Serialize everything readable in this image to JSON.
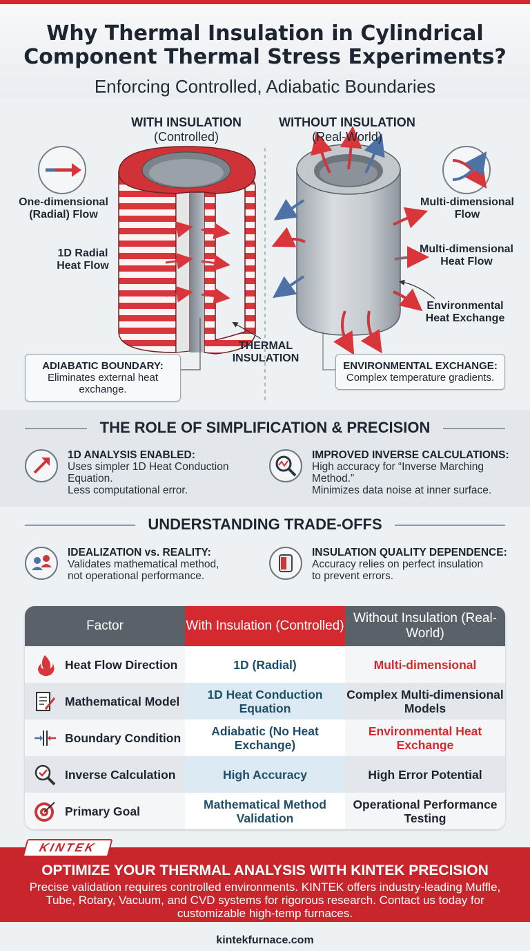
{
  "header": {
    "title": "Why Thermal Insulation in Cylindrical Component Thermal Stress Experiments?",
    "subtitle": "Enforcing Controlled, Adiabatic Boundaries"
  },
  "diagram": {
    "with": {
      "heading": "WITH INSULATION",
      "sub": "(Controlled)"
    },
    "without": {
      "heading": "WITHOUT INSULATION",
      "sub": "(Real-World)"
    },
    "labels": {
      "one_dim": "One-dimensional (Radial) Flow",
      "radial_1d": "1D Radial Heat Flow",
      "thermal_insulation": "THERMAL INSULATION",
      "multi_flow": "Multi-dimensional Flow",
      "multi_heat": "Multi-dimensional Heat Flow",
      "env_exchange": "Environmental Heat Exchange"
    },
    "callouts": {
      "adiabatic": {
        "heading": "ADIABATIC BOUNDARY:",
        "text": "Eliminates external heat exchange."
      },
      "environmental": {
        "heading": "ENVIRONMENTAL EXCHANGE:",
        "text": "Complex temperature gradients."
      }
    }
  },
  "simplification": {
    "heading": "THE ROLE OF SIMPLIFICATION & PRECISION",
    "items": [
      {
        "heading": "1D ANALYSIS ENABLED:",
        "line1": "Uses simpler 1D Heat Conduction",
        "line2": "Equation.",
        "line3": "Less computational error.",
        "icon": "arrow-up-right-icon"
      },
      {
        "heading": "IMPROVED INVERSE CALCULATIONS:",
        "line1": "High accuracy for “Inverse Marching",
        "line2": "Method.”",
        "line3": "Minimizes data noise at inner surface.",
        "icon": "magnifier-chart-icon"
      }
    ]
  },
  "tradeoffs": {
    "heading": "UNDERSTANDING TRADE-OFFS",
    "items": [
      {
        "heading": "IDEALIZATION vs. REALITY:",
        "line1": "Validates mathematical method,",
        "line2": "not operational performance.",
        "icon": "people-icon"
      },
      {
        "heading": "INSULATION QUALITY DEPENDENCE:",
        "line1": "Accuracy relies on perfect insulation",
        "line2": "to prevent errors.",
        "icon": "insulation-roll-icon"
      }
    ]
  },
  "table": {
    "headers": [
      "Factor",
      "With Insulation (Controlled)",
      "Without Insulation (Real-World)"
    ],
    "rows": [
      {
        "factor": "Heat Flow Direction",
        "with": "1D (Radial)",
        "without": "Multi-dimensional",
        "icon": "flame-icon",
        "without_red": true
      },
      {
        "factor": "Mathematical Model",
        "with": "1D Heat Conduction Equation",
        "without": "Complex Multi-dimensional Models",
        "icon": "document-pen-icon",
        "without_red": false
      },
      {
        "factor": "Boundary Condition",
        "with": "Adiabatic (No Heat Exchange)",
        "without": "Environmental Heat Exchange",
        "icon": "boundary-arrows-icon",
        "without_red": true
      },
      {
        "factor": "Inverse Calculation",
        "with": "High Accuracy",
        "without": "High Error Potential",
        "icon": "magnifier-check-icon",
        "without_red": false
      },
      {
        "factor": "Primary Goal",
        "with": "Mathematical Method Validation",
        "without": "Operational Performance Testing",
        "icon": "target-icon",
        "without_red": false
      }
    ]
  },
  "footer": {
    "logo": "KINTEK",
    "title": "OPTIMIZE YOUR THERMAL ANALYSIS WITH KINTEK PRECISION",
    "text": "Precise validation requires controlled environments. KINTEK offers industry-leading Muffle, Tube, Rotary, Vacuum, and CVD systems for rigorous research. Contact us today for customizable high-temp furnaces.",
    "website": "kintekfurnace.com"
  },
  "colors": {
    "accent_red": "#d42a2f",
    "navy": "#1f4e6b",
    "grey_header": "#5b6169",
    "light_blue": "#dcebf3"
  }
}
